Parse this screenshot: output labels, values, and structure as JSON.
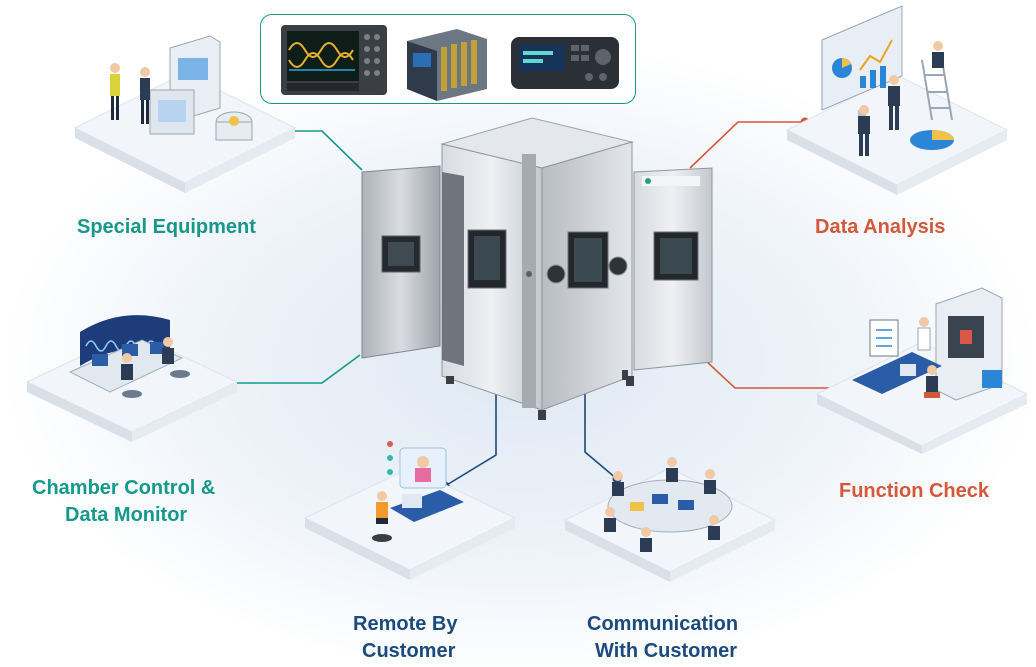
{
  "colors": {
    "teal": "#16998a",
    "orange": "#d4583a",
    "navy": "#1b4a7e",
    "chamber_steel": "#c9ccd0"
  },
  "labels": {
    "special_equipment": "Special Equipment",
    "chamber_control_line1": "Chamber Control &",
    "chamber_control_line2": "Data Monitor",
    "remote_line1": "Remote By",
    "remote_line2": "Customer",
    "communication_line1": "Communication",
    "communication_line2": "With Customer",
    "data_analysis": "Data Analysis",
    "function_check": "Function Check"
  },
  "icons": {
    "center": "environmental-test-chamber",
    "special_equipment": "lab-equipment-illustration",
    "instruments": [
      "oscilloscope",
      "data-acquisition-module",
      "signal-generator"
    ],
    "chamber_control": "control-room-illustration",
    "remote": "remote-video-call-illustration",
    "communication": "meeting-table-illustration",
    "data_analysis": "dashboard-illustration",
    "function_check": "lab-testing-illustration"
  }
}
